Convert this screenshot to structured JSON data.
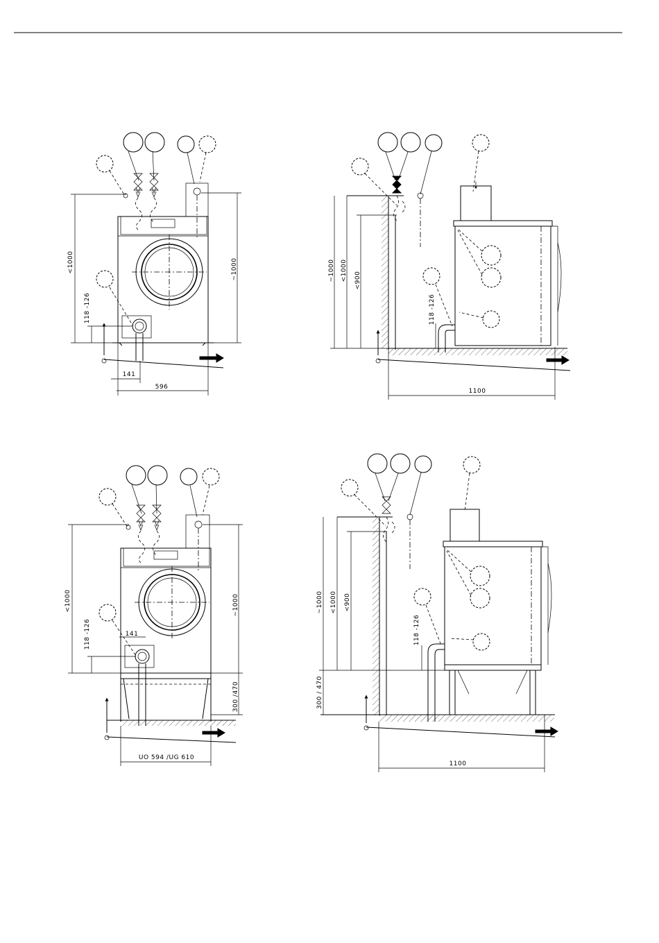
{
  "figures": [
    {
      "id": "front-floor",
      "labels": {
        "height_left": "<1000",
        "height_right": "~1000",
        "drain_height": "118 -126",
        "drain_offset": "141",
        "width": "596"
      }
    },
    {
      "id": "side-floor",
      "labels": {
        "height_a": "~1000",
        "height_b": "<1000",
        "height_c": "<900",
        "drain_height": "118 -126",
        "depth": "1100"
      }
    },
    {
      "id": "front-plinth",
      "labels": {
        "height_left": "<1000",
        "height_right": "~1000",
        "drain_height": "118 -126",
        "drain_offset": "141",
        "plinth_height": "300 /470",
        "width": "UO 594 /UG 610"
      }
    },
    {
      "id": "side-plinth",
      "labels": {
        "height_a": "~1000",
        "height_b": "<1000",
        "height_c": "<900",
        "drain_height": "118 -126",
        "plinth_height": "300 /  470",
        "depth": "1100"
      }
    }
  ]
}
